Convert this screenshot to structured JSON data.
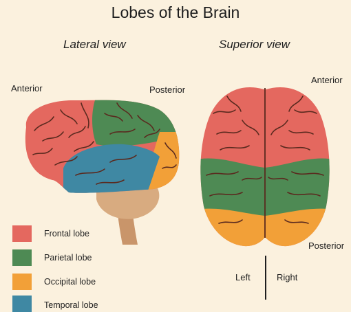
{
  "title": "Lobes of the Brain",
  "views": {
    "lateral": "Lateral view",
    "superior": "Superior view"
  },
  "lateral_labels": {
    "anterior": "Anterior",
    "posterior": "Posterior"
  },
  "superior_labels": {
    "anterior": "Anterior",
    "posterior": "Posterior",
    "left": "Left",
    "right": "Right"
  },
  "legend": [
    {
      "label": "Frontal lobe",
      "color": "#e4685f"
    },
    {
      "label": "Parietal lobe",
      "color": "#4e8a54"
    },
    {
      "label": "Occipital lobe",
      "color": "#f2a038"
    },
    {
      "label": "Temporal lobe",
      "color": "#3f88a3"
    }
  ],
  "colors": {
    "background": "#fbf1de",
    "cerebellum": "#d8ab80",
    "brainstem": "#c9956a",
    "sulci": "#5a2a1f"
  }
}
